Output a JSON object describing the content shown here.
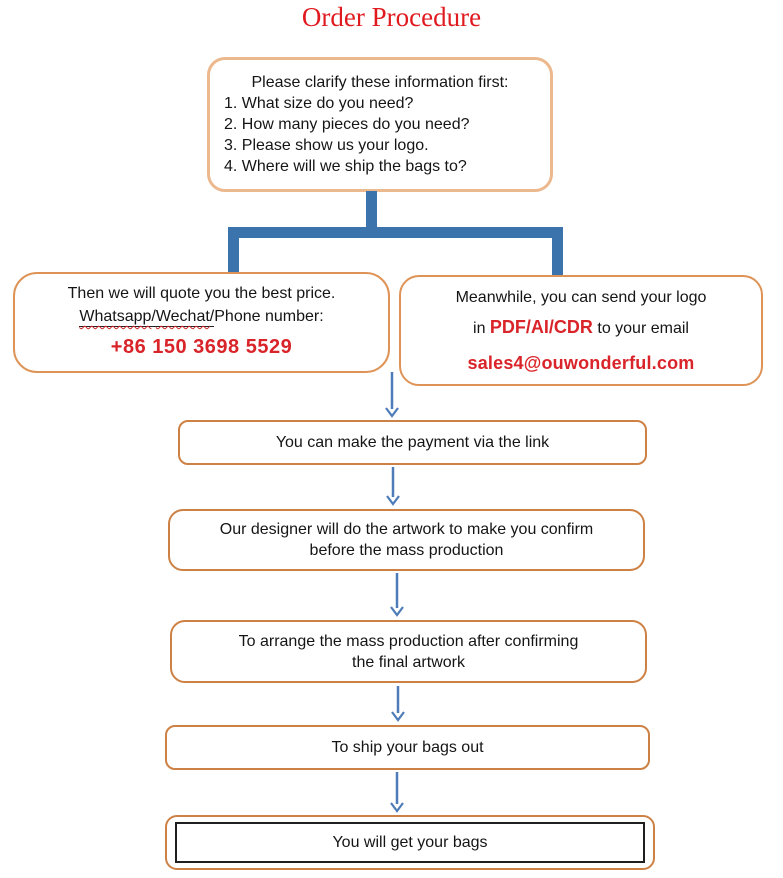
{
  "title": "Order Procedure",
  "top_box": {
    "heading": "Please clarify these information first:",
    "items": [
      "1. What size do you need?",
      "2. How many pieces do you need?",
      "3. Please show us your logo.",
      "4. Where will we ship the bags to?"
    ]
  },
  "quote_box": {
    "line1": "Then we will quote you the best price.",
    "whatsapp": "Whatsapp",
    "slash1": "/",
    "wechat": "Wechat",
    "slash2": "/",
    "phone_label": "Phone number:",
    "phone": "+86 150 3698 5529"
  },
  "logo_box": {
    "line1": "Meanwhile, you can send your logo",
    "line2_prefix": "in ",
    "formats": "PDF/AI/CDR",
    "line2_suffix": " to your email",
    "email": "sales4@ouwonderful.com"
  },
  "steps": {
    "payment": "You can make the payment via the link",
    "artwork_line1": "Our designer will do the artwork to make you confirm",
    "artwork_line2": "before the mass production",
    "production_line1": "To arrange the mass production after confirming",
    "production_line2": "the final artwork",
    "ship": "To ship your bags out",
    "receive": "You will get your bags"
  },
  "colors": {
    "title_red": "#e01b20",
    "accent_red": "#d9242a",
    "connector_blue": "#3b74ad",
    "arrow_blue": "#4e7cb8",
    "border_peach": "#ecb88e",
    "border_orange": "#cd8144"
  }
}
